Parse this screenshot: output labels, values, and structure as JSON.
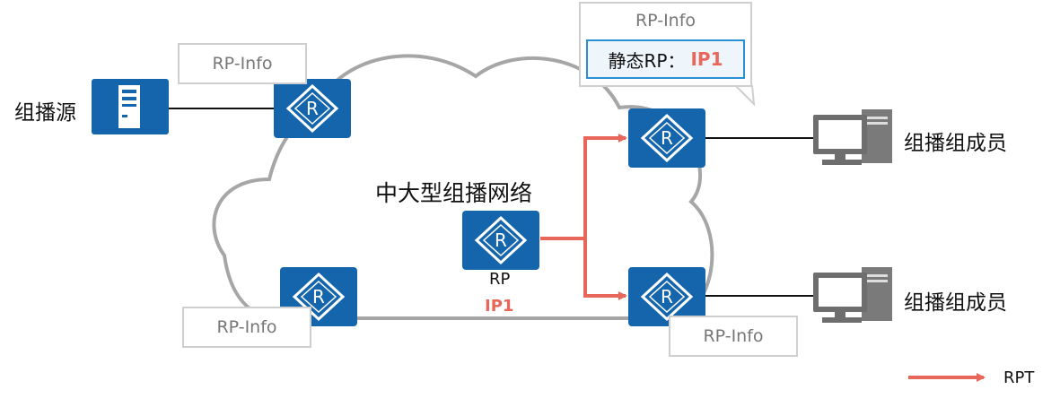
{
  "labels": {
    "source": "组播源",
    "member_top": "组播组成员",
    "member_bottom": "组播组成员",
    "cloud_title": "中大型组播网络",
    "rp_name": "RP",
    "rp_ip": "IP1"
  },
  "rp_info_boxes": {
    "top_left": "RP-Info",
    "bottom_left": "RP-Info",
    "bottom_right": "RP-Info"
  },
  "callout": {
    "title": "RP-Info",
    "static_rp_label": "静态RP：",
    "static_rp_value": "IP1"
  },
  "legend": {
    "rpt_label": "RPT"
  },
  "colors": {
    "router_blue": "#1565ad",
    "rpt_arrow": "#e8675a",
    "cloud_outline": "#a6a6a6",
    "info_border": "#cfcfcf",
    "callout_inner_border": "#2b8fd6"
  },
  "icons": {
    "router": "router-icon",
    "server": "server-icon",
    "pc": "pc-icon"
  }
}
